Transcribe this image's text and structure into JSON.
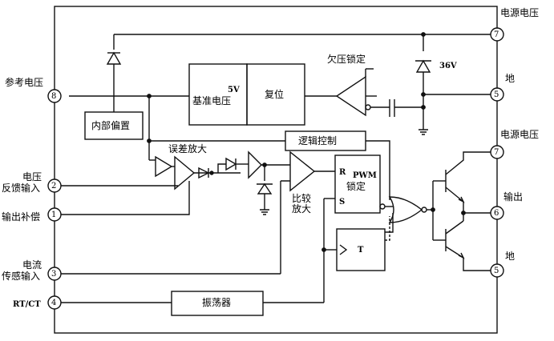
{
  "pins": {
    "p1": "1",
    "p2": "2",
    "p3": "3",
    "p4": "4",
    "p5a": "5",
    "p5b": "5",
    "p6": "6",
    "p7a": "7",
    "p7b": "7",
    "p8": "8"
  },
  "labels": {
    "ref_voltage": "参考电压",
    "volt_fb_1": "电压",
    "volt_fb_2": "反馈输入",
    "output_comp": "输出补偿",
    "cur_sense_1": "电流",
    "cur_sense_2": "传感输入",
    "rtct": "RT/CT",
    "vcc_top": "电源电压",
    "gnd_top": "地",
    "vc_right": "电源电压",
    "output": "输出",
    "gnd_right": "地",
    "uvlo": "欠压锁定",
    "v36": "36V",
    "ref_5v_a": "5V",
    "ref_5v_b": "基准电压",
    "reset": "复位",
    "int_bias": "内部偏置",
    "error_amp": "误差放大",
    "logic": "逻辑控制",
    "comp_1": "比较",
    "comp_2": "放大",
    "pwm_1": "PWM",
    "pwm_2": "锁定",
    "r": "R",
    "s": "S",
    "t": "T",
    "osc": "振荡器"
  }
}
